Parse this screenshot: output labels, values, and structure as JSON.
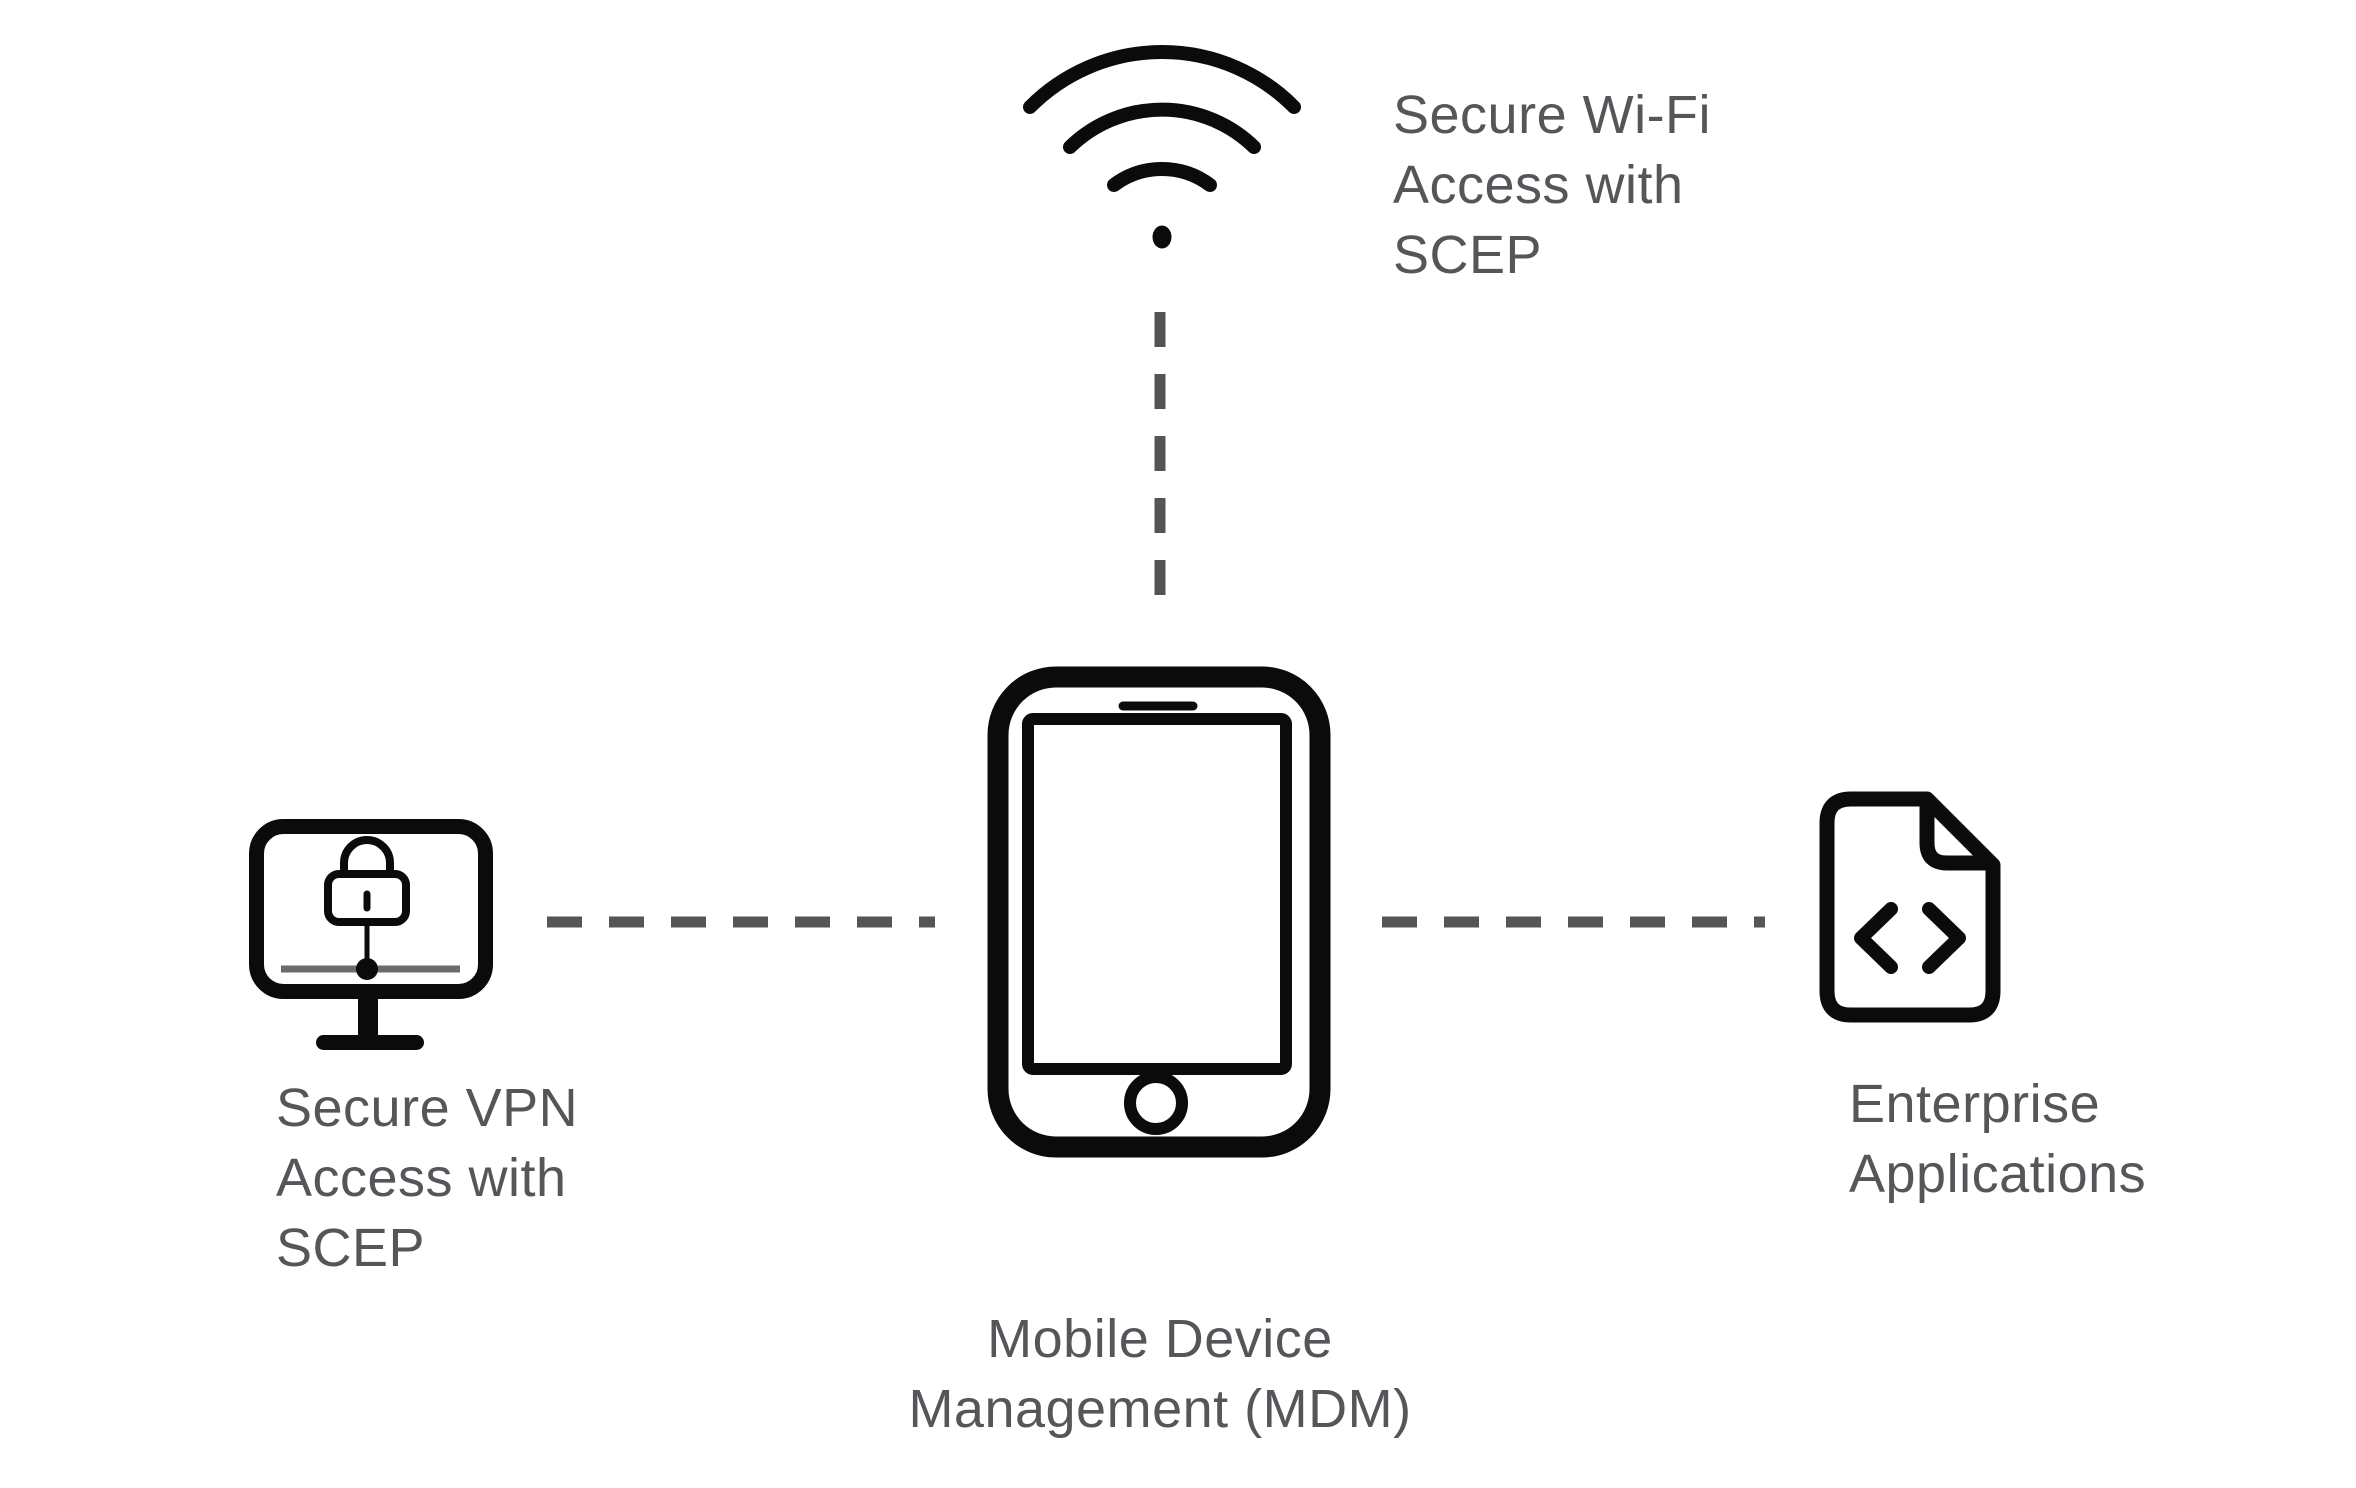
{
  "diagram": {
    "title": "Mobile Device Management connections diagram",
    "nodes": {
      "wifi": {
        "icon": "wifi-icon",
        "label": "Secure Wi-Fi\nAccess with\nSCEP"
      },
      "vpn": {
        "icon": "monitor-lock-icon",
        "label": "Secure VPN\nAccess with\nSCEP"
      },
      "mdm": {
        "icon": "smartphone-icon",
        "label": "Mobile Device\nManagement (MDM)"
      },
      "apps": {
        "icon": "file-code-icon",
        "label": "Enterprise\nApplications"
      }
    },
    "connectors": [
      {
        "from": "wifi",
        "to": "mdm",
        "style": "dashed"
      },
      {
        "from": "vpn",
        "to": "mdm",
        "style": "dashed"
      },
      {
        "from": "mdm",
        "to": "apps",
        "style": "dashed"
      }
    ]
  },
  "colors": {
    "icon-color": "#0b0b0b",
    "text-color": "#54565a",
    "connector-color": "#555555",
    "monitor-line-color": "#6b6b6b",
    "bg": "#ffffff"
  }
}
